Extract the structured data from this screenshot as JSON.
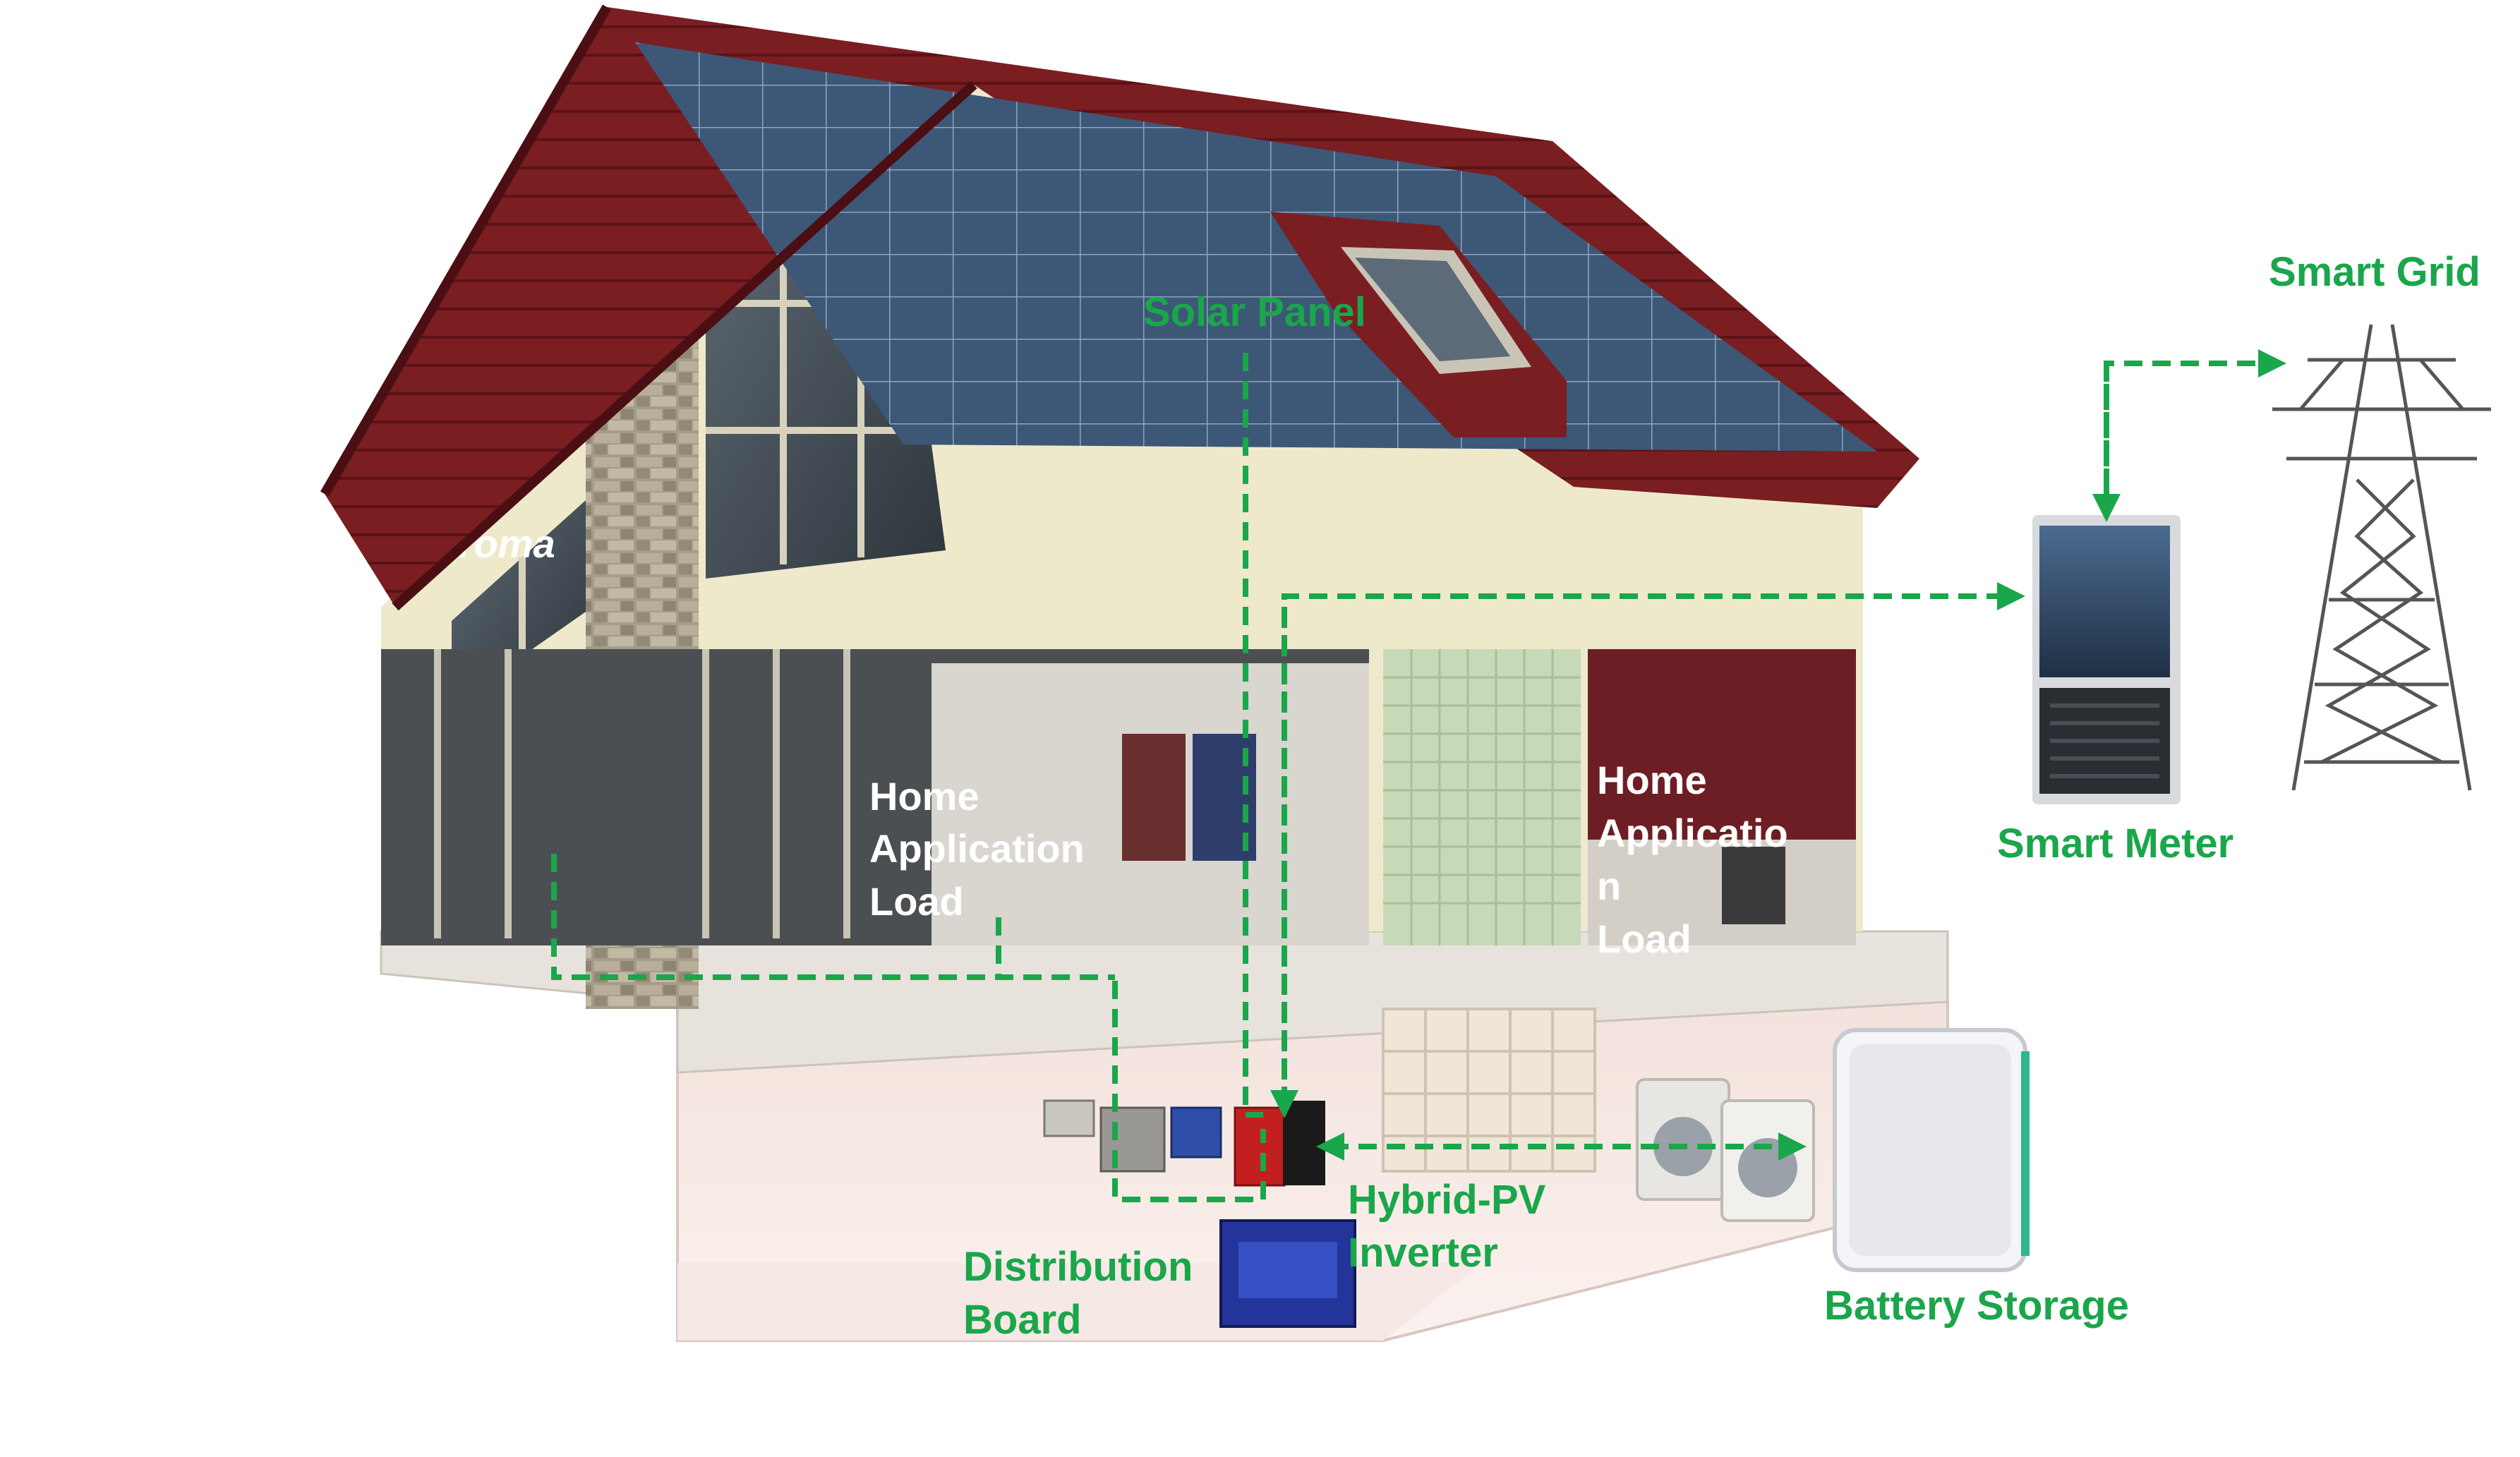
{
  "labels": {
    "solar_panel": "Solar Panel",
    "smart_grid": "Smart Grid",
    "smart_meter": "Smart Meter",
    "home_load_left": [
      "Home",
      "Application",
      "Load"
    ],
    "home_load_right": [
      "Home",
      "Applicatio",
      "n",
      "Load"
    ],
    "hybrid_inverter": [
      "Hybrid-PV",
      "Inverter"
    ],
    "distribution_board": [
      "Distribution",
      "Board"
    ],
    "battery_storage": "Battery Storage"
  },
  "brand": "Chroma",
  "colors": {
    "flow_green": "#1aa64a",
    "roof_tile": "#7a1e22",
    "solar_blue": "#3d5777",
    "wall_cream": "#efe9cc",
    "stone": "#9c9482",
    "inverter_red": "#c41f1f",
    "battery_trim": "#2fb58f"
  },
  "icons": [
    "transmission-tower-icon",
    "smart-meter-icon",
    "battery-icon",
    "inverter-icon",
    "distribution-board-icon",
    "solar-panel-icon"
  ]
}
